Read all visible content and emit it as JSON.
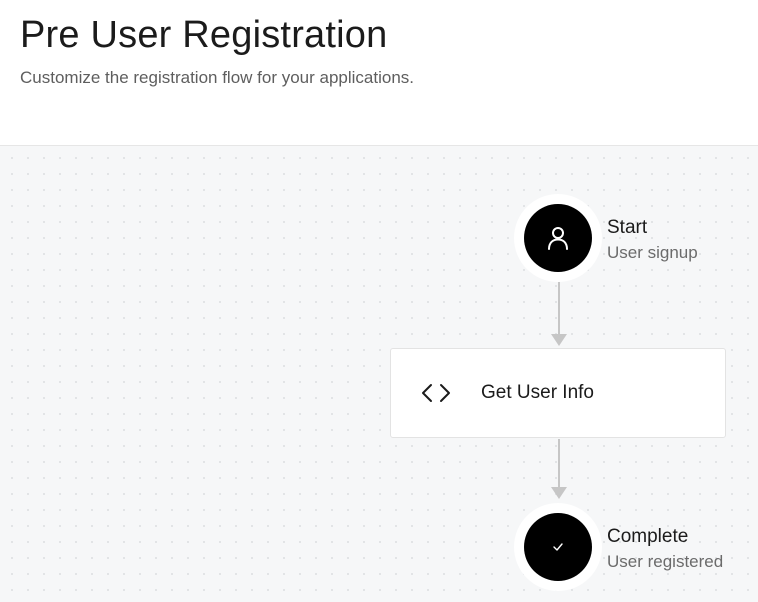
{
  "header": {
    "title": "Pre User Registration",
    "subtitle": "Customize the registration flow for your applications."
  },
  "flow": {
    "start": {
      "title": "Start",
      "subtitle": "User signup",
      "icon": "user-icon"
    },
    "action": {
      "label": "Get User Info",
      "icon": "code-brackets-icon"
    },
    "complete": {
      "title": "Complete",
      "subtitle": "User registered",
      "icon": "check-icon"
    }
  },
  "colors": {
    "node_fill": "#000000",
    "connector": "#c6c6c6",
    "canvas_bg": "#f6f7f8"
  }
}
